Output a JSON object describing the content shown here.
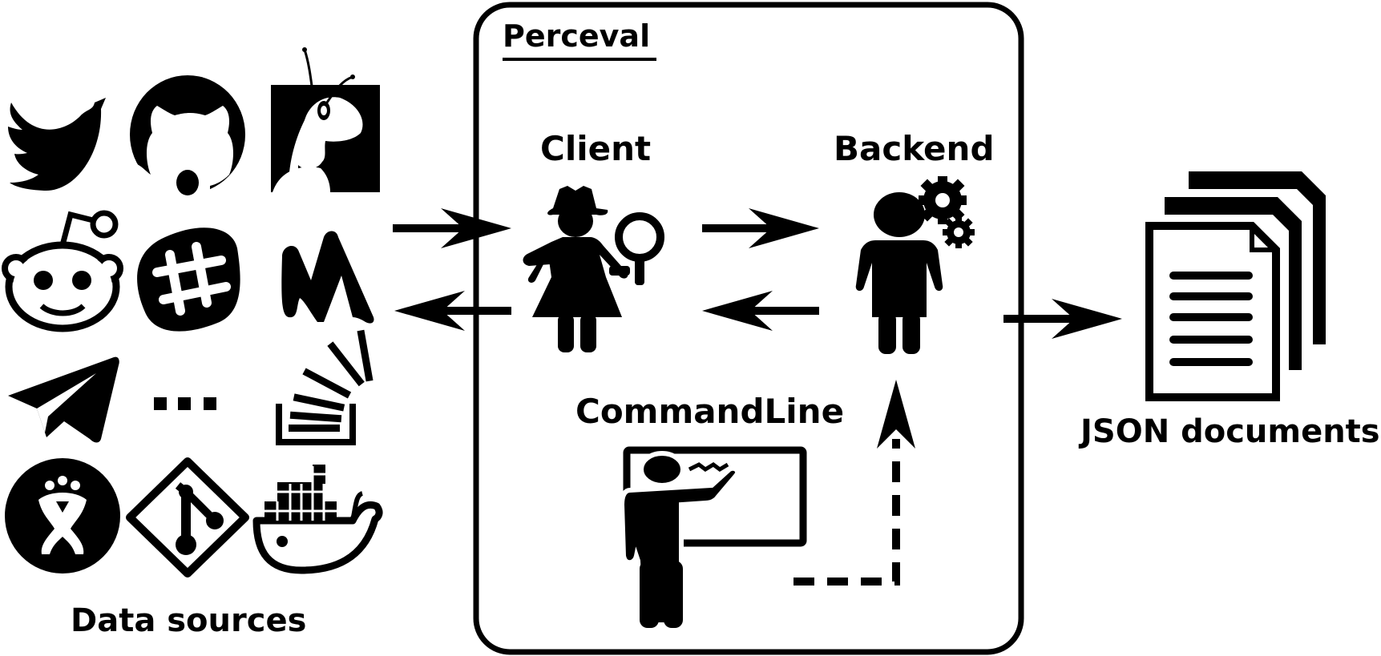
{
  "labels": {
    "perceval": "Perceval",
    "client": "Client",
    "backend": "Backend",
    "commandline": "CommandLine",
    "data_sources": "Data sources",
    "json_documents": "JSON documents",
    "more_sources": "..."
  },
  "sources": [
    {
      "icon": "twitter-icon"
    },
    {
      "icon": "github-icon"
    },
    {
      "icon": "bugzilla-icon"
    },
    {
      "icon": "reddit-icon"
    },
    {
      "icon": "slack-icon"
    },
    {
      "icon": "mattermost-icon"
    },
    {
      "icon": "telegram-icon"
    },
    {
      "icon": "ellipsis"
    },
    {
      "icon": "stackoverflow-icon"
    },
    {
      "icon": "jenkins-icon"
    },
    {
      "icon": "git-icon"
    },
    {
      "icon": "docker-icon"
    }
  ],
  "colors": {
    "ink": "#000000",
    "paper": "#ffffff"
  }
}
